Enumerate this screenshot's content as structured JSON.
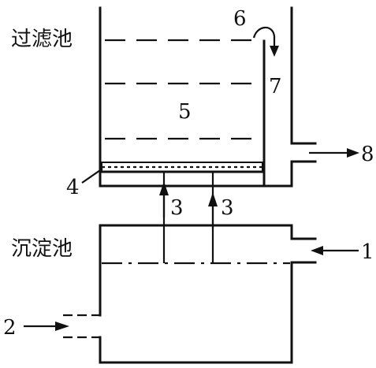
{
  "labels": {
    "filter_tank": "过滤池",
    "settling_tank": "沉淀池"
  },
  "callouts": {
    "n1": "1",
    "n2": "2",
    "n3a": "3",
    "n3b": "3",
    "n4": "4",
    "n5": "5",
    "n6": "6",
    "n7": "7",
    "n8": "8"
  },
  "colors": {
    "ink": "#111111",
    "paper": "#ffffff"
  }
}
